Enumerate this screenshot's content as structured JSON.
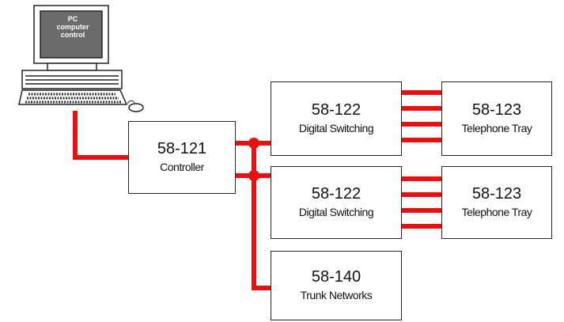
{
  "computer": {
    "screen_line1": "PC",
    "screen_line2": "computer",
    "screen_line3": "control"
  },
  "controller": {
    "number": "58-121",
    "label": "Controller"
  },
  "digital_switching_1": {
    "number": "58-122",
    "label": "Digital Switching"
  },
  "digital_switching_2": {
    "number": "58-122",
    "label": "Digital Switching"
  },
  "telephone_tray_1": {
    "number": "58-123",
    "label": "Telephone Tray"
  },
  "telephone_tray_2": {
    "number": "58-123",
    "label": "Telephone Tray"
  },
  "trunk_networks": {
    "number": "58-140",
    "label": "Trunk Networks"
  },
  "colors": {
    "connection": "#e81010",
    "screen": "#6b6b6b",
    "outline": "#222222"
  }
}
